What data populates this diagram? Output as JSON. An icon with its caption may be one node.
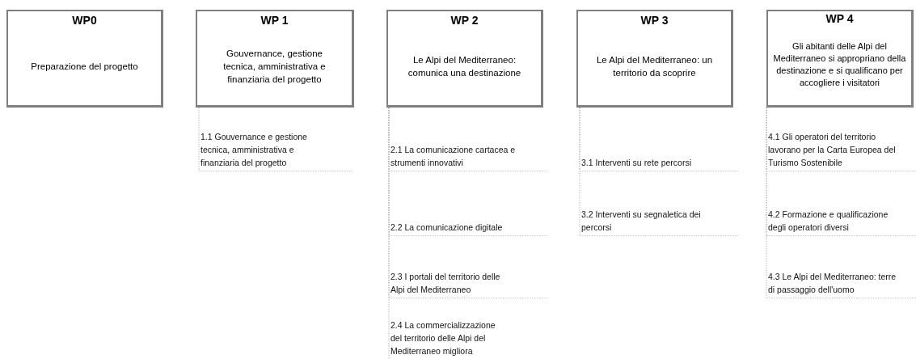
{
  "diagram": {
    "nodes": [
      {
        "text": [
          "WP0",
          "Preparazione del progetto"
        ]
      },
      {
        "text": [
          "WP 1",
          "Gouvernance, gestione tecnica, amministrativa e finanziaria del progetto"
        ]
      },
      {
        "text": [
          "WP 2",
          "Le Alpi del Mediterraneo: comunica una destinazione"
        ]
      },
      {
        "text": [
          "WP 3",
          "Le Alpi del Mediterraneo: un territorio da scoprire"
        ]
      },
      {
        "text": [
          "WP 4",
          "Gli abitanti delle Alpi del Mediterraneo si appropriano della destinazione e si qualificano per accogliere i visitatori"
        ]
      },
      {
        "text": [
          "1.1 Gouvernance e gestione tecnica, amministrativa e finanziaria del progetto"
        ]
      },
      {
        "text": [
          "2.1 La comunicazione cartacea e strumenti innovativi"
        ]
      },
      {
        "text": [
          "2.2 La comunicazione digitale"
        ]
      },
      {
        "text": [
          "2.3 I portali del territorio delle Alpi del Mediterraneo"
        ]
      },
      {
        "text": [
          "2.4 La commercializzazione del territorio delle Alpi del Mediterraneo migliora"
        ]
      },
      {
        "text": [
          "3.1 Interventi su rete percorsi"
        ]
      },
      {
        "text": [
          "3.2 Interventi su segnaletica dei percorsi"
        ]
      },
      {
        "text": [
          "4.1 Gli operatori del territorio lavorano per la Carta Europea del Turismo Sostenibile"
        ]
      },
      {
        "text": [
          "4.2 Formazione e qualificazione degli operatori diversi"
        ]
      },
      {
        "text": [
          "4.3 Le Alpi del Mediterraneo: terre di passaggio dell'uomo"
        ]
      }
    ],
    "edges": [
      {
        "from": 1,
        "to": 5,
        "arrow": "none",
        "style": "dashed"
      },
      {
        "from": 2,
        "to": 6,
        "arrow": "none",
        "style": "dashed"
      },
      {
        "from": 2,
        "to": 7,
        "arrow": "none",
        "style": "dashed"
      },
      {
        "from": 2,
        "to": 8,
        "arrow": "none",
        "style": "dashed"
      },
      {
        "from": 2,
        "to": 9,
        "arrow": "none",
        "style": "dashed"
      },
      {
        "from": 3,
        "to": 10,
        "arrow": "none",
        "style": "dashed"
      },
      {
        "from": 3,
        "to": 11,
        "arrow": "none",
        "style": "dashed"
      },
      {
        "from": 4,
        "to": 12,
        "arrow": "none",
        "style": "dashed"
      },
      {
        "from": 4,
        "to": 13,
        "arrow": "none",
        "style": "dashed"
      },
      {
        "from": 4,
        "to": 14,
        "arrow": "none",
        "style": "dashed"
      }
    ]
  }
}
